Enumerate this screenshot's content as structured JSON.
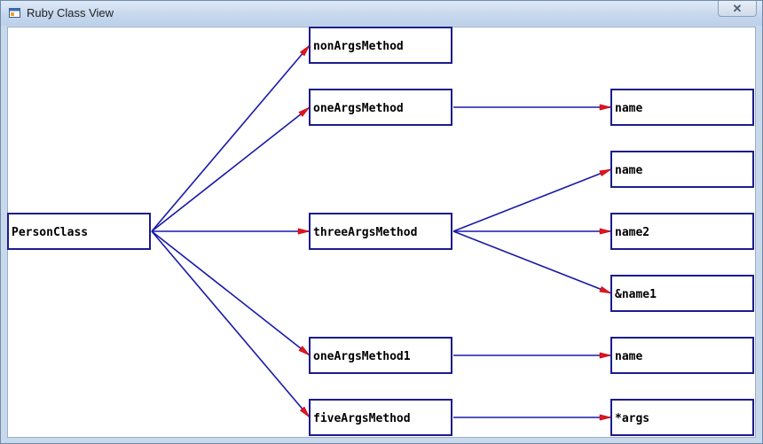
{
  "window": {
    "title": "Ruby Class View",
    "close_label": "✕"
  },
  "colors": {
    "node_border": "#1c1c8c",
    "edge": "#1a1aa8",
    "arrow": "#e0141e"
  },
  "diagram": {
    "root": "PersonClass",
    "methods": [
      {
        "label": "nonArgsMethod",
        "params": []
      },
      {
        "label": "oneArgsMethod",
        "params": [
          "name"
        ]
      },
      {
        "label": "threeArgsMethod",
        "params": [
          "name",
          "name2",
          "&name1"
        ]
      },
      {
        "label": "oneArgsMethod1",
        "params": [
          "name"
        ]
      },
      {
        "label": "fiveArgsMethod",
        "params": [
          "*args"
        ]
      }
    ]
  }
}
